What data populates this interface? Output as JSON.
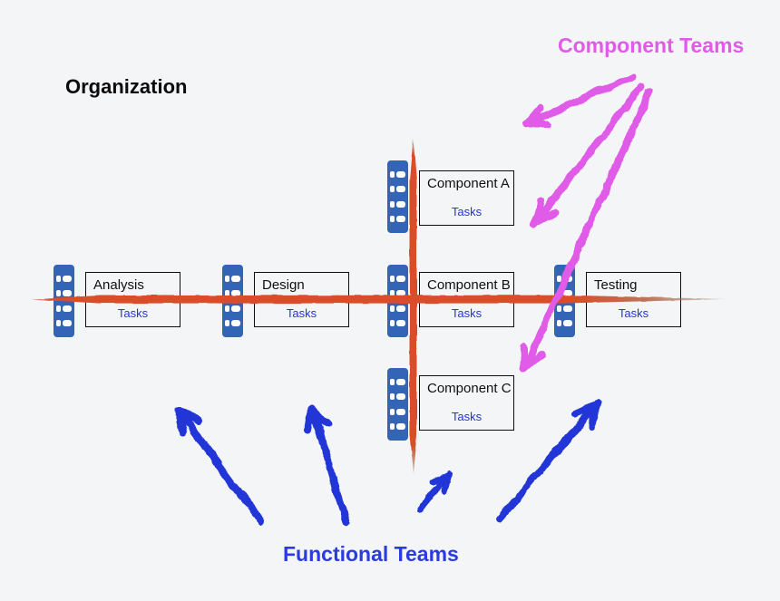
{
  "titles": {
    "organization": "Organization",
    "component_teams": "Component Teams",
    "functional_teams": "Functional Teams"
  },
  "boxes": [
    {
      "id": "analysis",
      "label": "Analysis",
      "tasks_label": "Tasks"
    },
    {
      "id": "design",
      "label": "Design",
      "tasks_label": "Tasks"
    },
    {
      "id": "component-a",
      "label": "Component A",
      "tasks_label": "Tasks"
    },
    {
      "id": "component-b",
      "label": "Component B",
      "tasks_label": "Tasks"
    },
    {
      "id": "component-c",
      "label": "Component C",
      "tasks_label": "Tasks"
    },
    {
      "id": "testing",
      "label": "Testing",
      "tasks_label": "Tasks"
    }
  ],
  "icons": {
    "task_board": "task-board-icon"
  },
  "arrows": {
    "component_team_arrow_count": 3,
    "functional_team_arrow_count": 4
  },
  "colors": {
    "bg": "#f4f5f6",
    "accent-pink": "#e05ce8",
    "accent-blue": "#2b3be0",
    "arrow-blue": "#2236d6",
    "task-blue": "#2233dd",
    "icon-blue": "#3464b5",
    "line-red": "#d94e2a",
    "text-black": "#0c0c0c"
  }
}
